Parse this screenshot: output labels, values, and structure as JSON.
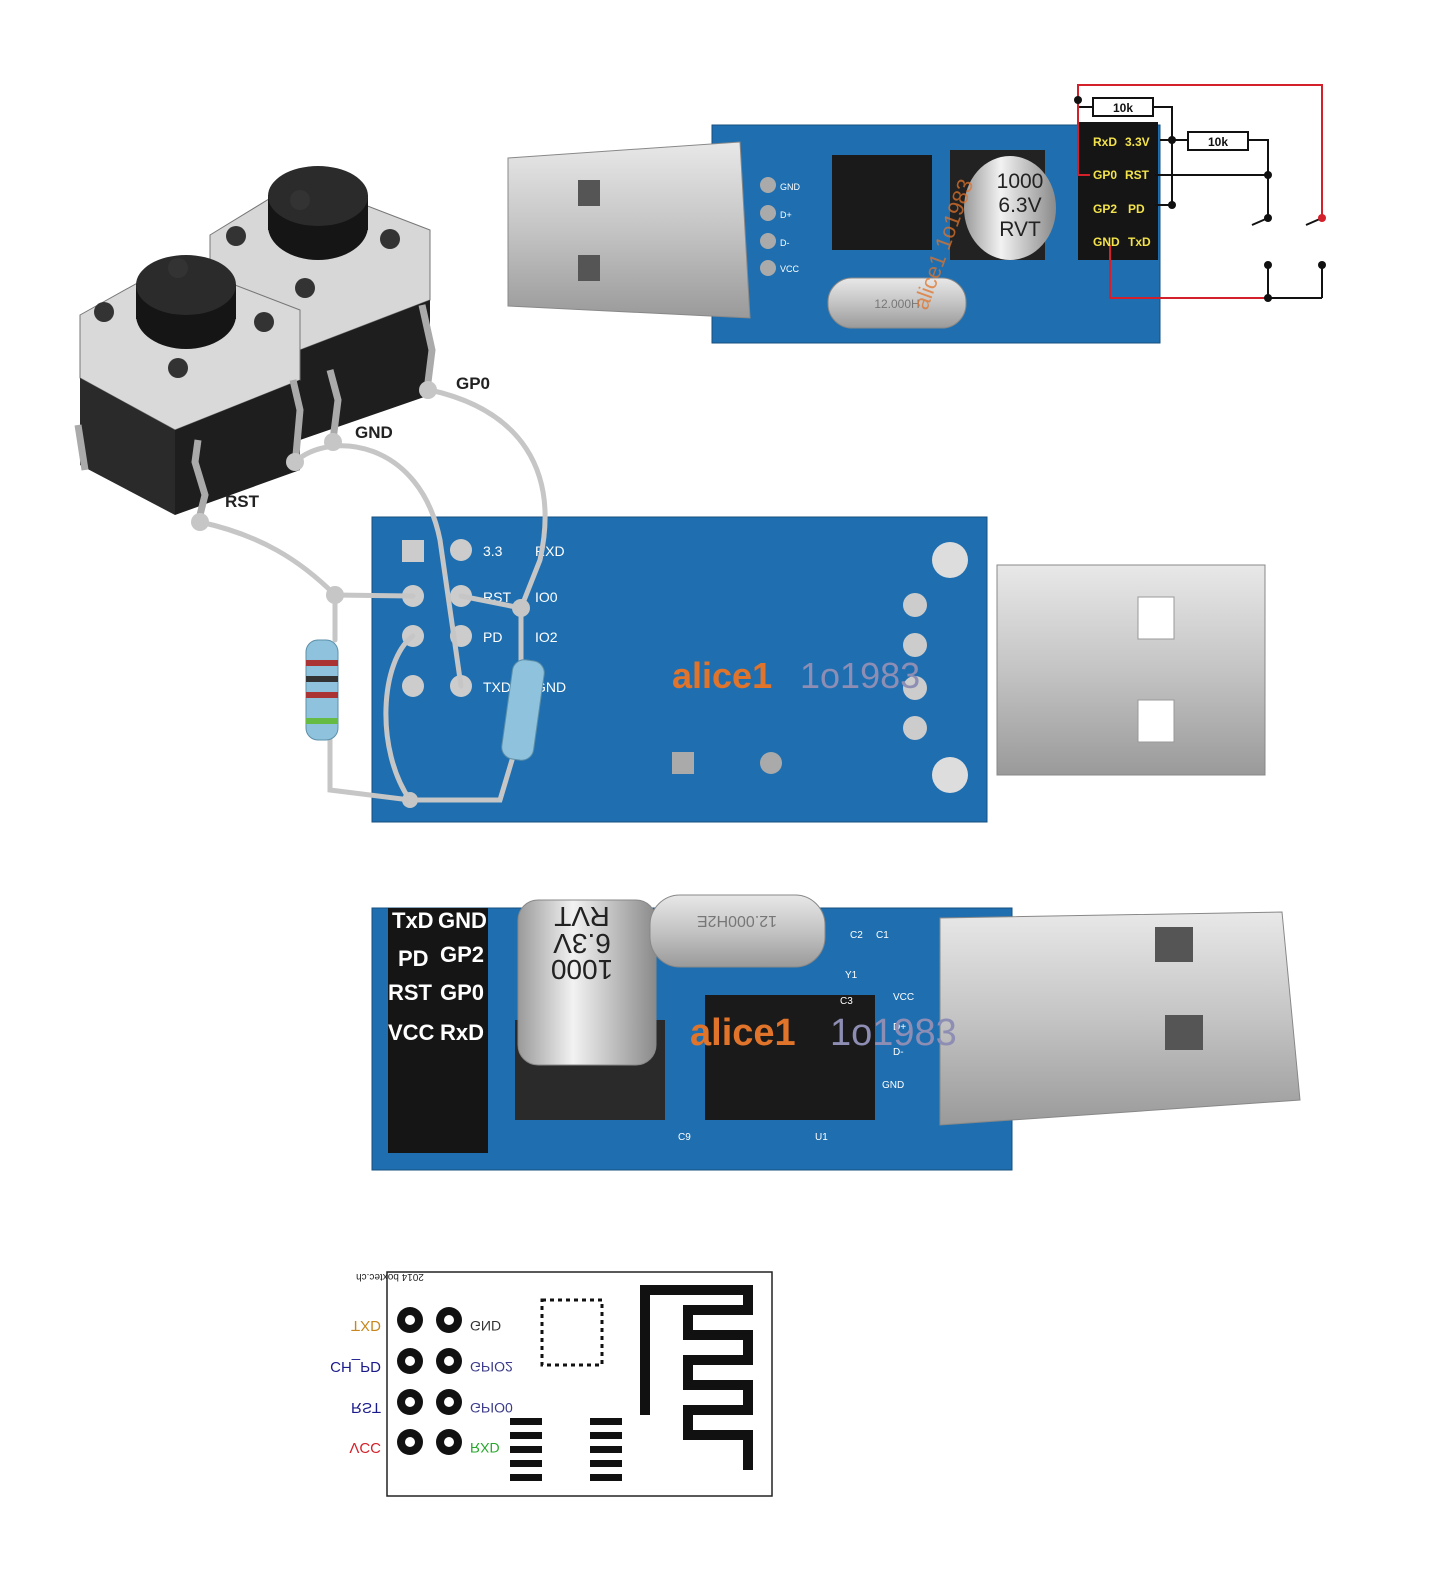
{
  "colors": {
    "pcb_blue": "#1f6fb0",
    "pcb_dark": "#175a92",
    "metal": "#c8c8c8",
    "wire": "#c6c6c6",
    "label_yellow": "#f3e24b",
    "schematic_red": "#d4202a",
    "gnd_text": "#333333",
    "gpio_text": "#3a3a8a",
    "txd_orange": "#c8871e",
    "chpd_blue": "#1a1a8c",
    "rxd_green": "#26a82a",
    "vcc_red": "#d4202a",
    "watermark_orange": "#e0742a"
  },
  "icons": {
    "buttons": "tactile-pushbutton-icon",
    "usb_plug": "usb-a-plug-icon",
    "capacitor": "electrolytic-capacitor-icon",
    "crystal": "crystal-oscillator-icon",
    "resistor": "resistor-icon",
    "chip": "ic-chip-icon",
    "antenna": "pcb-antenna-icon"
  },
  "schematic": {
    "resistor_top": "10k",
    "resistor_mid": "10k",
    "header": [
      [
        "RxD",
        "3.3V"
      ],
      [
        "GP0",
        "RST"
      ],
      [
        "GP2",
        "PD"
      ],
      [
        "GND",
        "TxD"
      ]
    ]
  },
  "top_board": {
    "pin_labels": [
      "GND",
      "D+",
      "D-",
      "VCC"
    ],
    "capacitor": [
      "1000",
      "6.3V",
      "RVT"
    ],
    "crystal": "12.000H",
    "watermark": "alice1 1o1983"
  },
  "wiring": {
    "gp0": "GP0",
    "gnd": "GND",
    "rst": "RST",
    "pads": [
      "3.3",
      "RXD",
      "RST",
      "IO0",
      "PD",
      "IO2",
      "TXD",
      "GND"
    ],
    "watermark_a": "alice1",
    "watermark_b": "1o1983"
  },
  "front_board": {
    "header": [
      [
        "TxD",
        "GND"
      ],
      [
        "PD",
        "GP2"
      ],
      [
        "RST",
        "GP0"
      ],
      [
        "VCC",
        "RxD"
      ]
    ],
    "capacitor": [
      "RVT",
      "6.3V",
      "1000"
    ],
    "crystal": "12.000H2E",
    "silk": [
      "C2",
      "C1",
      "Y1",
      "VCC",
      "D+",
      "D-",
      "GND",
      "C9",
      "U1",
      "C3"
    ],
    "watermark_a": "alice1",
    "watermark_b": "1o1983"
  },
  "footprint": {
    "credit": "2014 boxtec.ch",
    "left_labels": [
      "TXD",
      "CH_PD",
      "RST",
      "VCC"
    ],
    "right_labels": [
      "GND",
      "GPIO2",
      "GPIO0",
      "RXD"
    ]
  }
}
